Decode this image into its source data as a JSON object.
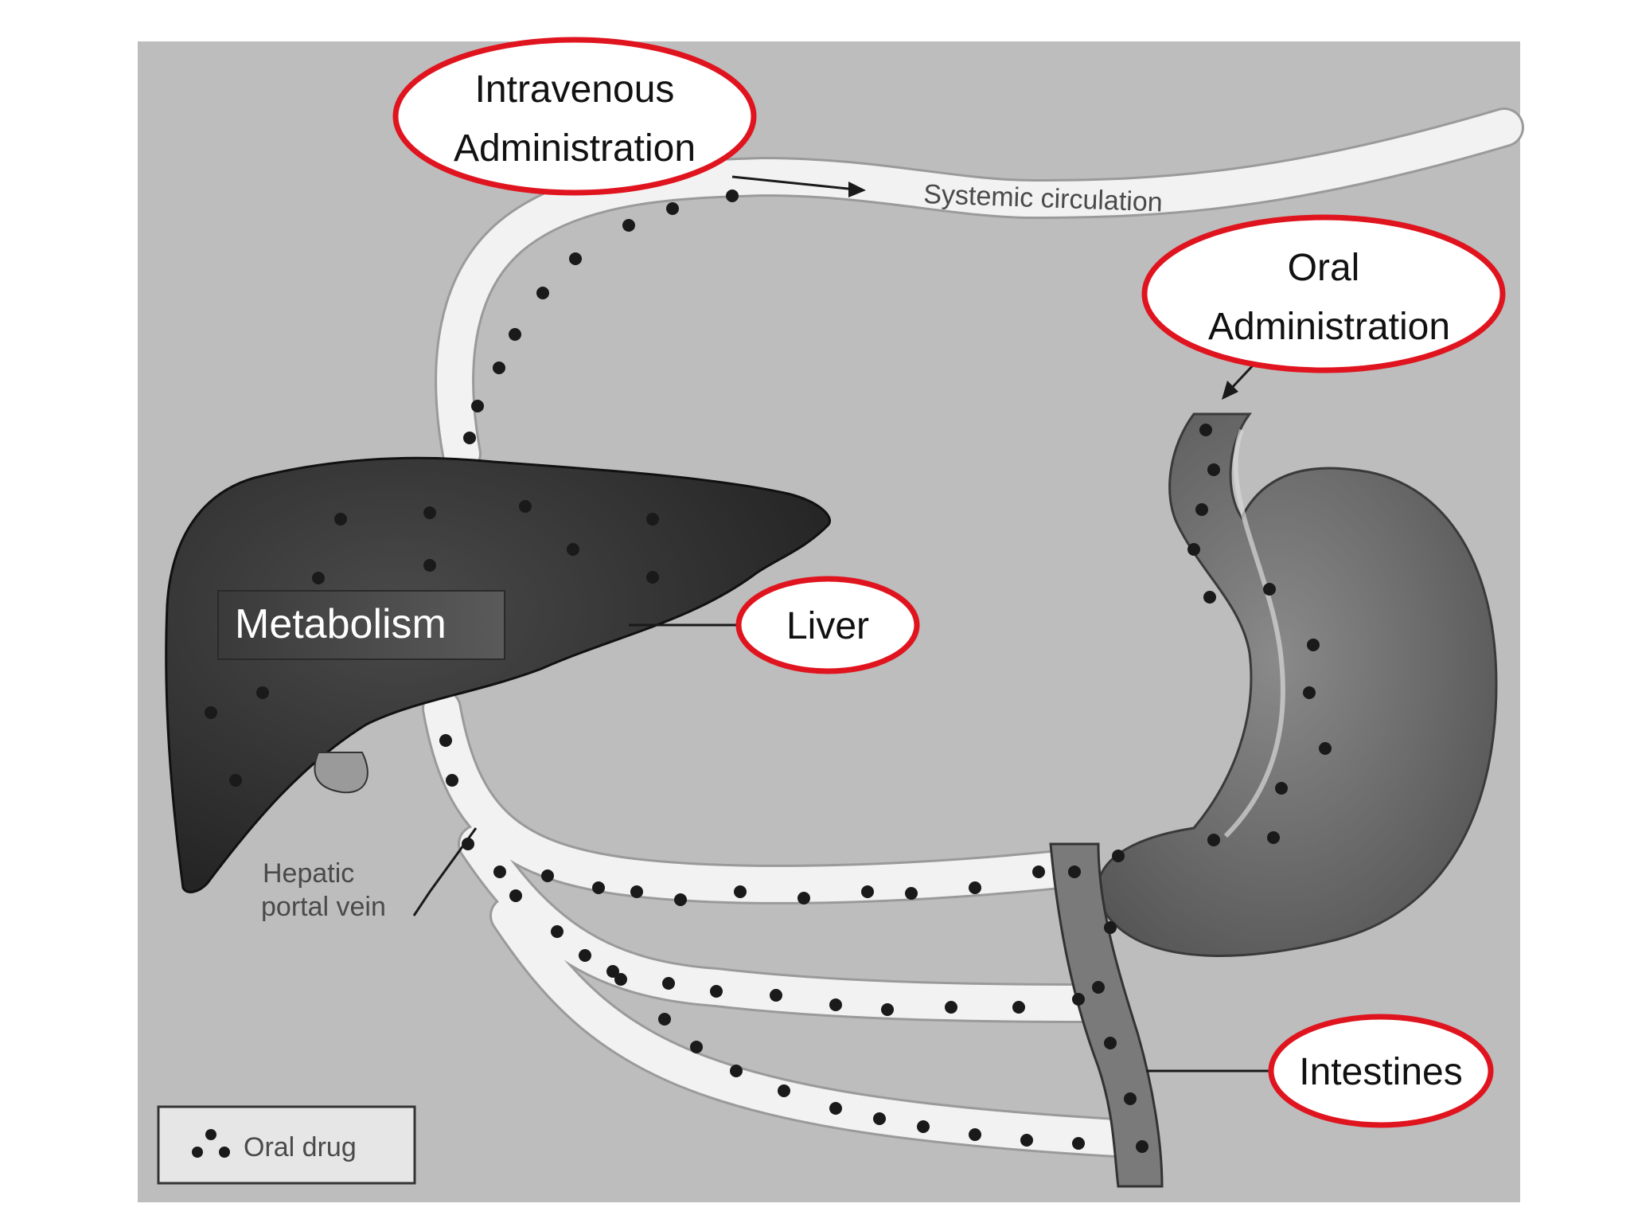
{
  "callouts": {
    "intravenous": [
      "Intravenous",
      "Administration"
    ],
    "oral": [
      "Oral",
      "Administration"
    ],
    "liver": "Liver",
    "intestines": "Intestines"
  },
  "labels": {
    "metabolism": "Metabolism",
    "systemic": "Systemic circulation",
    "portal": [
      "Hepatic",
      "portal vein"
    ],
    "legend": "Oral drug"
  },
  "colors": {
    "background": "#bdbdbd",
    "callout_border": "#e0141e",
    "organ_dark": "#2f2f2f",
    "stomach": "#6e6e6e",
    "vessel": "#f2f2f2",
    "dot": "#1a1a1a"
  }
}
